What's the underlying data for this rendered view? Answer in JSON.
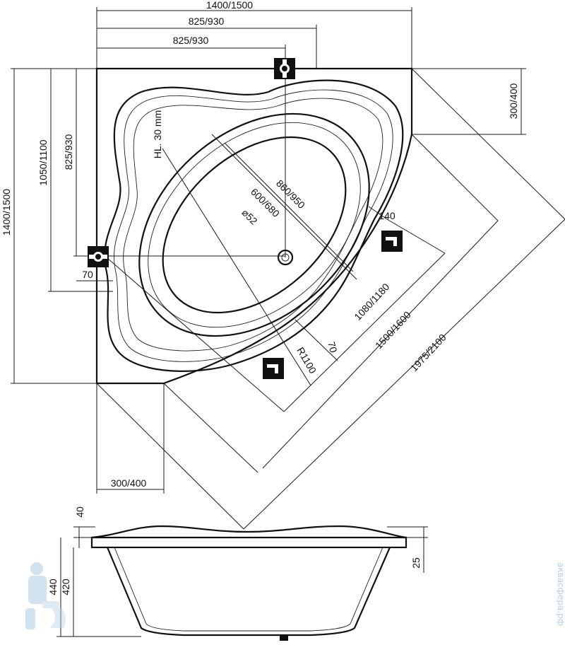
{
  "dimensions": {
    "outer_width": "1400/1500",
    "drain_offset_top_1": "825/930",
    "drain_offset_top_2": "825/930",
    "outer_height": "1400/1500",
    "inner_height": "1050/1100",
    "drain_offset_left": "825/930",
    "overflow_offset": "300/400",
    "bottom_offset": "300/400",
    "basin_length": "860/950",
    "basin_width": "600/680",
    "drain_diameter": "⌀52",
    "rim_offset_left": "70",
    "rim_offset_diag": "70",
    "rim_width": "140",
    "radius": "R1100",
    "diag_1": "1080/1180",
    "diag_2": "1500/1600",
    "diag_3": "1975/2100",
    "hl_note": "HL. 30 mm",
    "rim_top": "40",
    "total_height": "440",
    "inner_depth": "420",
    "lip": "25"
  },
  "watermark": "аквасфера.рф",
  "icons": [
    "overflow-valve-icon",
    "faucet-icon",
    "plumber-logo-icon"
  ]
}
